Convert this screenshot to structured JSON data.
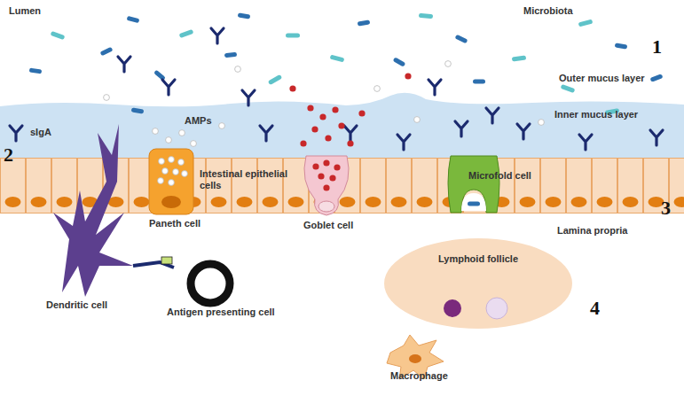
{
  "diagram": {
    "nodes": [
      {
        "text": [
          "Lymphoid follicle"
        ]
      }
    ],
    "labels": [
      "Lumen",
      "Microbiota",
      "1",
      "Outer mucus layer",
      "Inner mucus layer",
      "2",
      "sIgA",
      "AMPs",
      "Intestinal epithelial cells",
      "3",
      "Paneth cell",
      "Goblet cell",
      "Microfold cell",
      "Lamina propria",
      "4",
      "Dendritic cell",
      "Antigen presenting cell",
      "Macrophage"
    ]
  }
}
